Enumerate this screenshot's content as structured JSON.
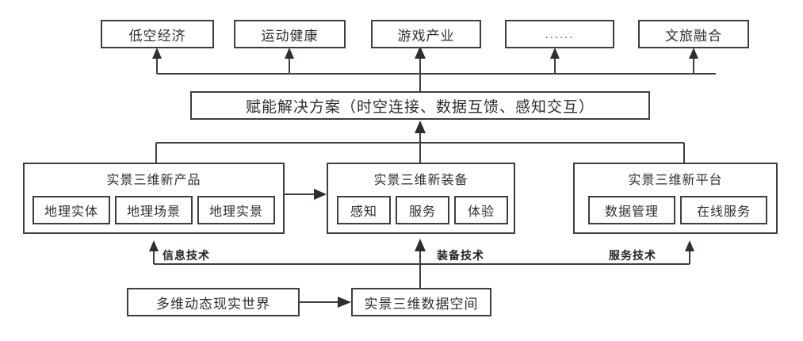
{
  "diagram": {
    "title_row": {
      "items": [
        {
          "label": "低空经济"
        },
        {
          "label": "运动健康"
        },
        {
          "label": "游戏产业"
        },
        {
          "label": "......"
        },
        {
          "label": "文旅融合"
        }
      ]
    },
    "solution_row": {
      "label": "赋能解决方案（时空连接、数据互馈、感知交互）"
    },
    "capability_row": {
      "groups": [
        {
          "title": "实景三维新产品",
          "items": [
            {
              "label": "地理实体"
            },
            {
              "label": "地理场景"
            },
            {
              "label": "地理实景"
            }
          ]
        },
        {
          "title": "实景三维新装备",
          "items": [
            {
              "label": "感知"
            },
            {
              "label": "服务"
            },
            {
              "label": "体验"
            }
          ]
        },
        {
          "title": "实景三维新平台",
          "items": [
            {
              "label": "数据管理"
            },
            {
              "label": "在线服务"
            }
          ]
        }
      ]
    },
    "tech_labels": [
      {
        "label": "信息技术"
      },
      {
        "label": "装备技术"
      },
      {
        "label": "服务技术"
      }
    ],
    "foundation_row": {
      "source": {
        "label": "多维动态现实世界"
      },
      "target": {
        "label": "实景三维数据空间"
      }
    },
    "colors": {
      "stroke": "#3a3f42",
      "text": "#2b2f31",
      "background": "#ffffff"
    }
  }
}
